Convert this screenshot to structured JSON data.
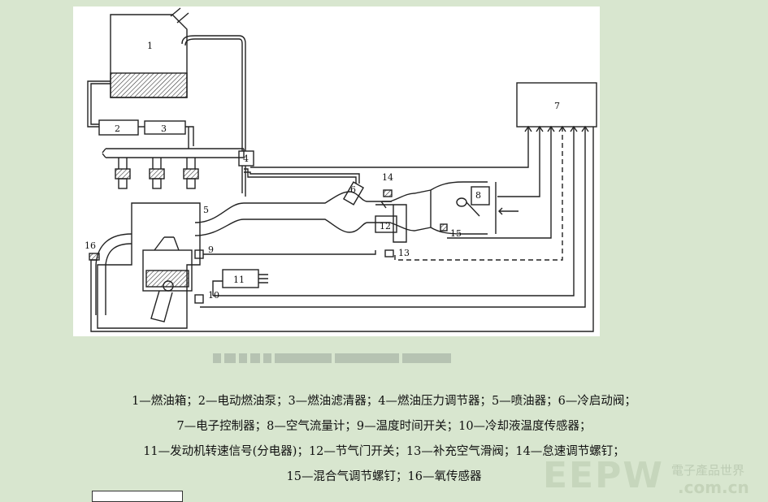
{
  "diagram": {
    "labels": {
      "n1": "1",
      "n2": "2",
      "n3": "3",
      "n4": "4",
      "n5": "5",
      "n6": "6",
      "n7": "7",
      "n8": "8",
      "n9": "9",
      "n10": "10",
      "n11": "11",
      "n12": "12",
      "n13": "13",
      "n14": "14",
      "n15": "15",
      "n16": "16"
    }
  },
  "legend": {
    "line1": "1—燃油箱；2—电动燃油泵；3—燃油滤清器；4—燃油压力调节器；5—喷油器；6—冷启动阀；",
    "line2": "7—电子控制器；8—空气流量计；9—温度时间开关；10—冷却液温度传感器；",
    "line3": "11—发动机转速信号(分电器)；12—节气门开关；13—补充空气滑阀；14—怠速调节螺钉；",
    "line4": "15—混合气调节螺钉；16—氧传感器"
  },
  "watermark": {
    "brand": "EEPW",
    "cn": "電子產品世界",
    "domain": ".com.cn"
  },
  "colors": {
    "page_bg": "#d8e6cf",
    "panel_bg": "#ffffff",
    "line": "#222222"
  }
}
